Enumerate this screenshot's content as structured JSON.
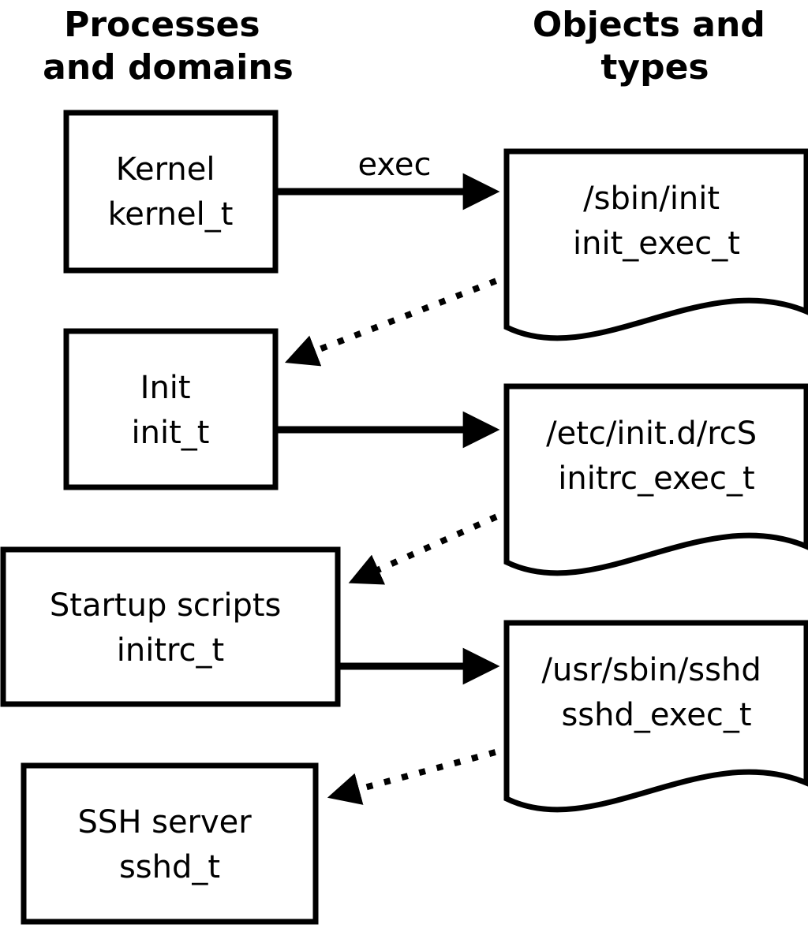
{
  "headers": {
    "left": [
      "Processes",
      "and domains"
    ],
    "right": [
      "Objects and",
      "types"
    ]
  },
  "process_boxes": [
    {
      "name": "Kernel",
      "type": "kernel_t"
    },
    {
      "name": "Init",
      "type": "init_t"
    },
    {
      "name": "Startup scripts",
      "type": "initrc_t"
    },
    {
      "name": "SSH server",
      "type": "sshd_t"
    }
  ],
  "object_docs": [
    {
      "path": "/sbin/init",
      "type": "init_exec_t"
    },
    {
      "path": "/etc/init.d/rcS",
      "type": "initrc_exec_t"
    },
    {
      "path": "/usr/sbin/sshd",
      "type": "sshd_exec_t"
    }
  ],
  "arrow_labels": {
    "exec": "exec"
  },
  "colors": {
    "stroke": "#000000",
    "fill": "#ffffff",
    "background": "#ffffff"
  }
}
